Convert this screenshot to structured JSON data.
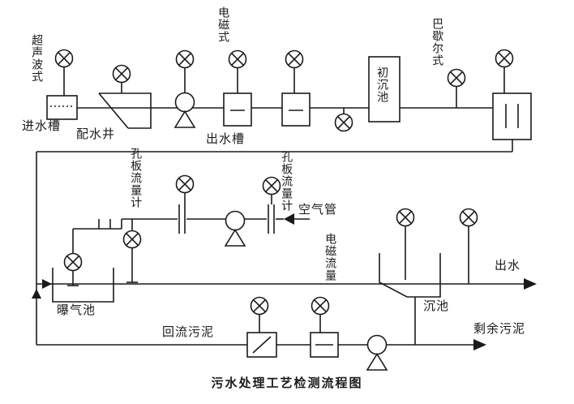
{
  "caption": "污水处理工艺检测流程图",
  "labels": {
    "ultrasonic": "超声波式",
    "inlet_channel": "进水槽",
    "distribution_well": "配水井",
    "electromagnetic_type": "电磁式",
    "outlet_channel": "出水槽",
    "primary_sedimentation_tank": "初沉池",
    "parshall_type": "巴歇尔式",
    "orifice_flowmeter_1": "孔板流量计",
    "orifice_flowmeter_2": "孔板流量计",
    "air_pipe": "空气管",
    "electromagnetic_flow": "电磁流量",
    "aeration_tank": "曝气池",
    "return_sludge": "回流污泥",
    "sedimentation_tank": "沉池",
    "effluent": "出水",
    "excess_sludge": "剩余污泥"
  },
  "colors": {
    "line": "#1a1a1a",
    "background": "#ffffff"
  }
}
